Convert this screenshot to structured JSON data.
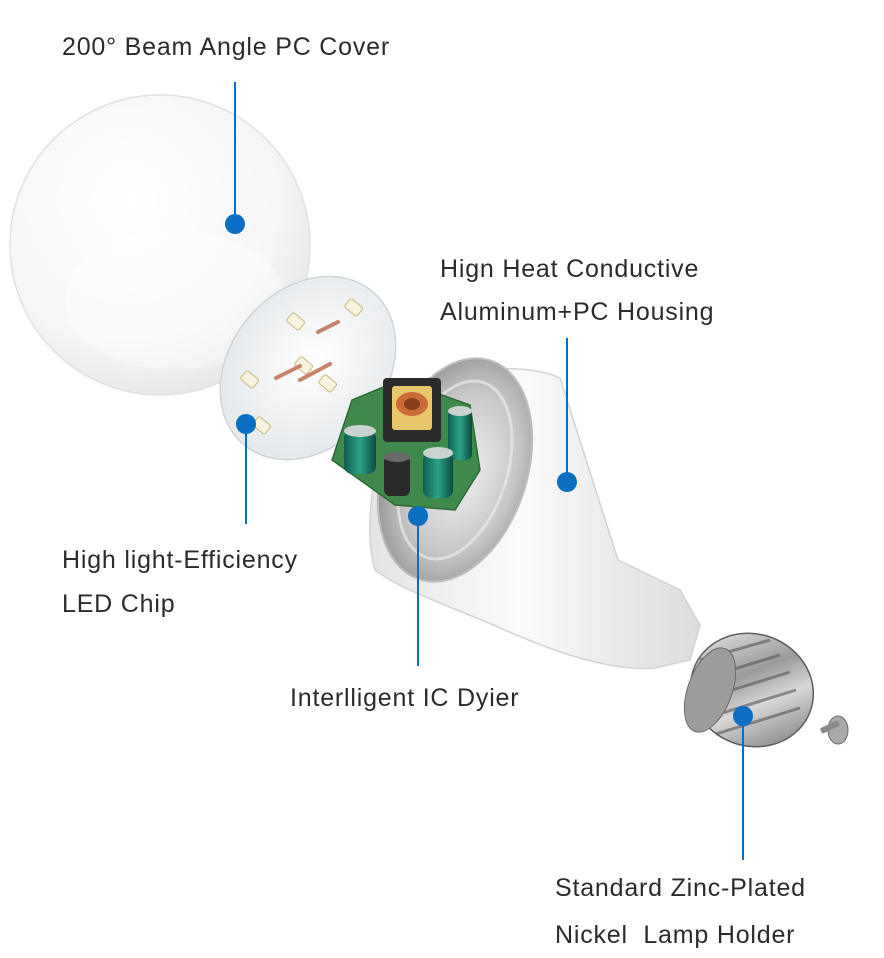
{
  "colors": {
    "callout_line": "#0a6fc2",
    "callout_dot": "#0a6fc2",
    "label_text": "#2b2b2b",
    "background": "#ffffff"
  },
  "callouts": {
    "cover": {
      "text": "200° Beam Angle PC Cover"
    },
    "housing": {
      "line1": "Hign Heat Conductive",
      "line2": "Aluminum+PC Housing"
    },
    "led": {
      "line1": "High light-Efficiency",
      "line2": "LED Chip"
    },
    "driver": {
      "text": "Interlligent IC Dyier"
    },
    "holder": {
      "line1": "Standard Zinc-Plated",
      "line2": "Nickel  Lamp Holder"
    }
  },
  "components": {
    "cover": "bulb-cover",
    "led_board": "led-board",
    "driver_board": "driver-board",
    "housing": "housing",
    "lamp_holder": "lamp-holder",
    "screw": "screw"
  },
  "icons": {
    "led": "led-chip-icon",
    "capacitor": "capacitor-icon",
    "coil": "coil-icon"
  }
}
